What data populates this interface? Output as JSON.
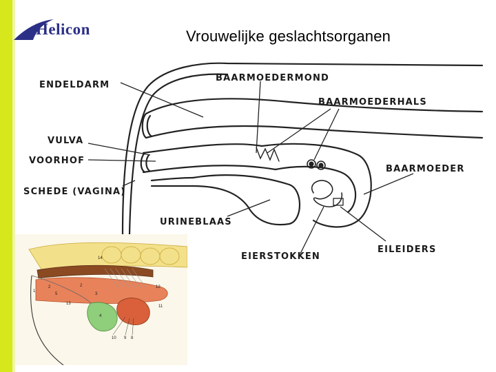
{
  "logo": {
    "text": "Helicon"
  },
  "title": "Vrouwelijke geslachtsorganen",
  "labels": {
    "endeldarm": "ENDELDARM",
    "baarmoedermond": "BAARMOEDERMOND",
    "baarmoederhals": "BAARMOEDERHALS",
    "vulva": "VULVA",
    "voorhof": "VOORHOF",
    "schede": "SCHEDE (VAGINA)",
    "baarmoeder": "BAARMOEDER",
    "urineblaas": "URINEBLAAS",
    "eierstokken": "EIERSTOKKEN",
    "eileiders": "EILEIDERS"
  },
  "inset_numbers": [
    "14",
    "2",
    "2",
    "5",
    "1",
    "13",
    "4",
    "3",
    "12",
    "11",
    "10",
    "9",
    "8"
  ],
  "colors": {
    "accent_bar": "#d6e81c",
    "logo_blue": "#2c2f86",
    "intestine": "#a0522d",
    "reproductive": "#e8825a",
    "bladder": "#8fce7a",
    "spine": "#f3e08a"
  }
}
